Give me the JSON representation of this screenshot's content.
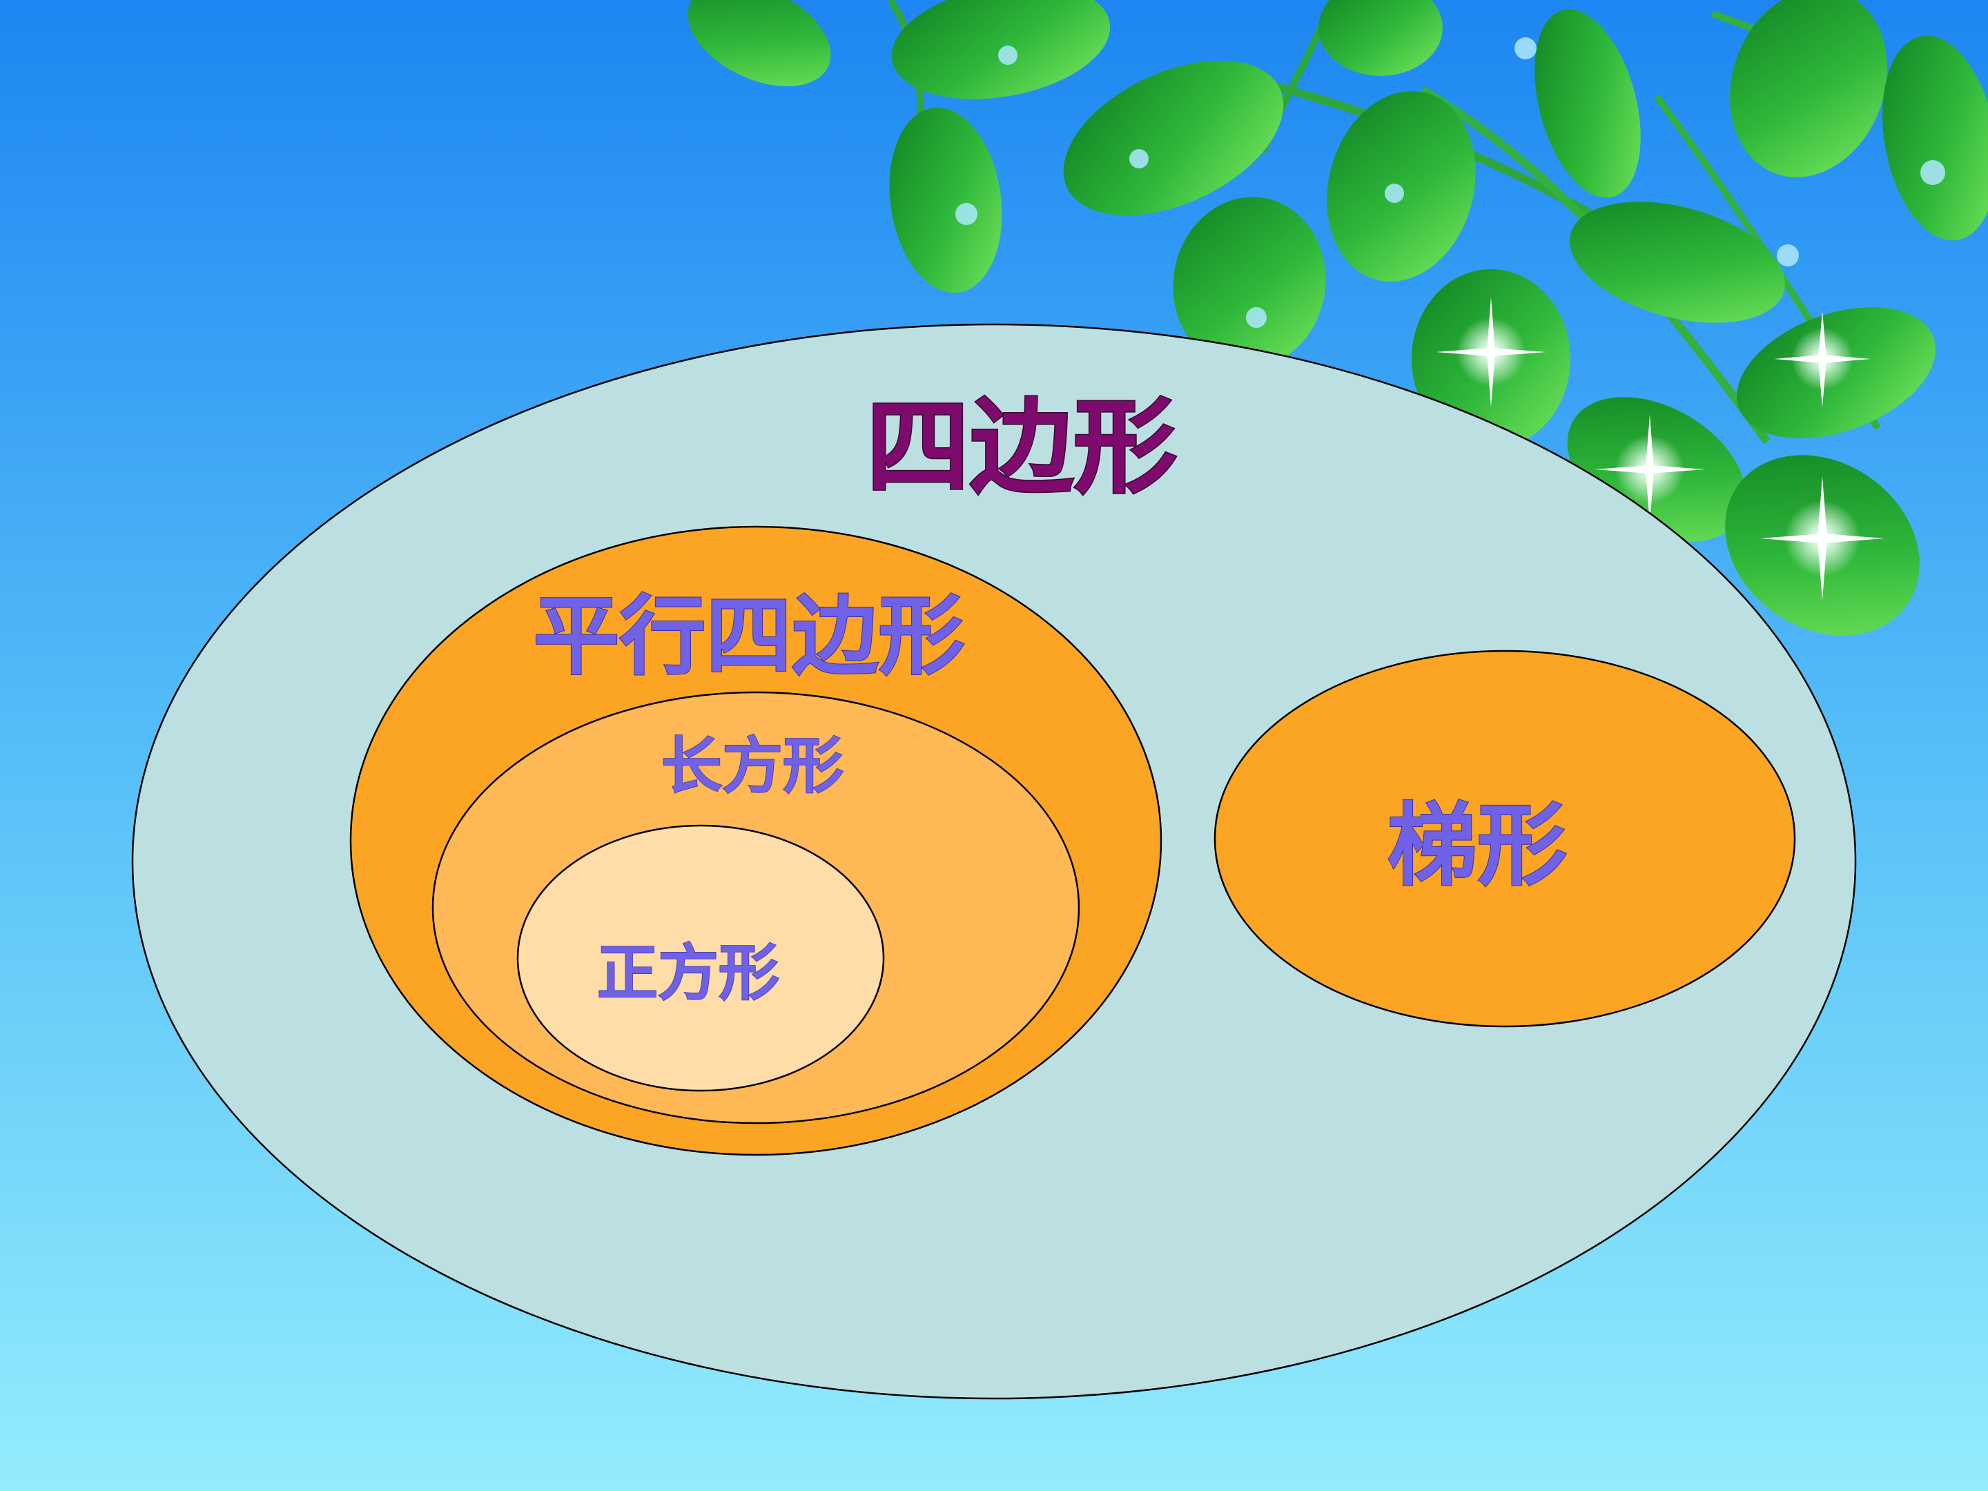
{
  "diagram": {
    "quadrilateral": {
      "label": "四边形",
      "label_color": "#7E0A6E",
      "fill": "#BCE0E2"
    },
    "parallelogram": {
      "label": "平行四边形",
      "label_color": "#6F62E6",
      "fill": "#FCA424"
    },
    "rectangle": {
      "label": "长方形",
      "label_color": "#6F62E6",
      "fill": "#FEB856"
    },
    "square": {
      "label": "正方形",
      "label_color": "#6F62E6",
      "fill": "#FFDDA9"
    },
    "trapezoid": {
      "label": "梯形",
      "label_color": "#6F62E6",
      "fill": "#FCA424"
    }
  },
  "background": {
    "sky_top": "#1D86F2",
    "sky_bottom": "#94ECFC",
    "leaf_dark": "#14952A",
    "leaf_light": "#5CD84A"
  }
}
